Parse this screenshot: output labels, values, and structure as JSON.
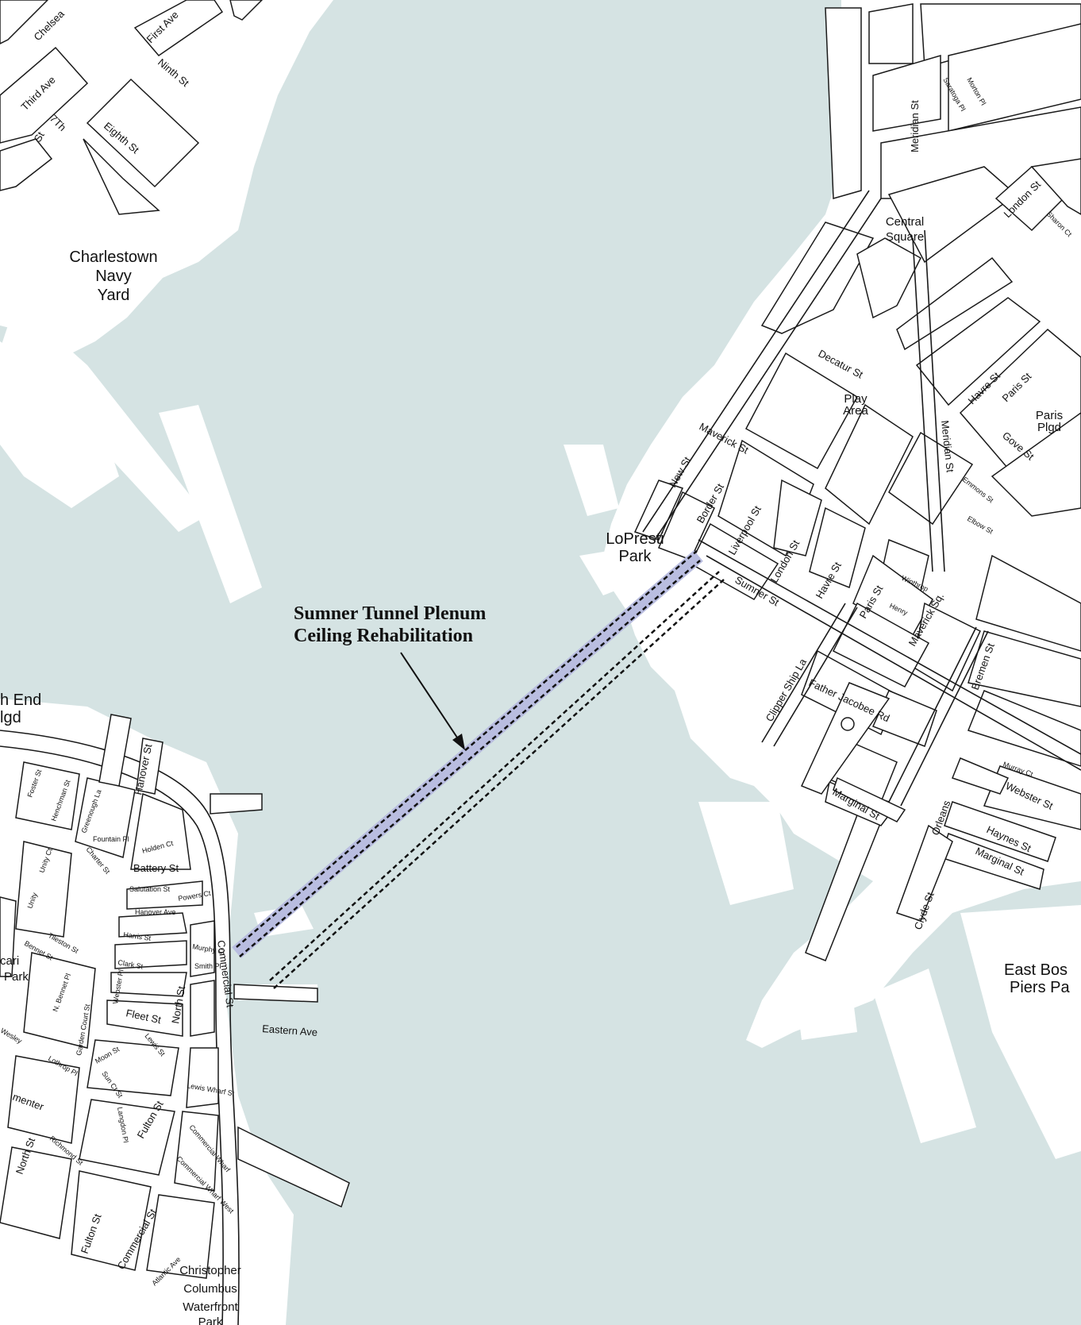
{
  "colors": {
    "water": "#d5e3e3",
    "land": "#ffffff",
    "street_outline": "#1a1a1a",
    "tunnel_highlight": "#b9bde0",
    "tunnel_dash": "#111111"
  },
  "callout": {
    "line1": "Sumner Tunnel Plenum",
    "line2": "Ceiling Rehabilitation"
  },
  "places": {
    "charlestown": [
      "Charlestown",
      "Navy",
      "Yard"
    ],
    "lopresti": [
      "LoPresti",
      "Park"
    ],
    "north_end": [
      "h End",
      "lgd"
    ],
    "central_square": [
      "Central",
      "Square"
    ],
    "play_area": [
      "Play",
      "Area"
    ],
    "paris_plgd": [
      "Paris",
      "Plgd"
    ],
    "east_boston_piers": [
      "East Bos",
      "Piers Pa"
    ],
    "columbus_park": [
      "Christopher",
      "Columbus",
      "Waterfront",
      "Park"
    ],
    "cari_park": [
      "cari",
      "Park"
    ]
  },
  "streets": {
    "chelsea": "Chelsea",
    "first_ave": "First Ave",
    "ninth_st": "Ninth St",
    "third_ave": "Third Ave",
    "seventh": "7Th",
    "st_a": "St",
    "eighth_st": "Eighth St",
    "meridian_st_top": "Meridian St",
    "saratoga_pl": "Saratoga Pl",
    "morton_pl": "Morton Pl",
    "london_st_ne": "London St",
    "sharon_ct": "Sharon Ct",
    "decatur_st": "Decatur St",
    "maverick_st": "Maverick St",
    "new_st": "New St",
    "border_st": "Border St",
    "liverpool_st": "Liverpool St",
    "london_st": "London St",
    "havre_st": "Havre St",
    "paris_st": "Paris St",
    "havre_st_ne": "Havre St",
    "paris_st_ne": "Paris St",
    "gove_st": "Gove St",
    "meridian_st": "Meridian St",
    "emmons_st": "Emmons St",
    "elbow_st": "Elbow St",
    "winthrop": "Winthrop",
    "henry": "Henry",
    "maverick_sq": "Maverick Sq.",
    "sumner_st": "Sumner St",
    "clipper_ship_la": "Clipper Ship La",
    "father_jacobee_rd": "Father Jacobee Rd",
    "marginal_st": "Marginal St",
    "bremen_st": "Bremen St",
    "murray_ct": "Murray Ct",
    "webster_st": "Webster St",
    "haynes_st": "Haynes St",
    "marginal_st_e": "Marginal St",
    "orleans": "Orleans",
    "clyde_st": "Clyde St",
    "hanover_st": "Hanover St",
    "commercial_st": "Commercial St",
    "battery_st": "Battery St",
    "salutation_st": "Salutation St",
    "hanover_ave": "Hanover Ave",
    "harris_st": "Harris St",
    "clark_st": "Clark St",
    "fleet_st": "Fleet St",
    "north_st": "North St",
    "eastern_ave": "Eastern Ave",
    "moon_st": "Moon St",
    "lewis_st": "Lewis St",
    "fulton_st": "Fulton St",
    "commercial_wharf": "Commercial Wharf",
    "commercial_wharf_west": "Commercial Wharf West",
    "atlantic_ave": "Atlantic Ave",
    "commercial_st_s": "Commercial St",
    "fulton_st_s": "Fulton St",
    "richmond_st": "Richmond St",
    "north_st_w": "North St",
    "unity_ct": "Unity Ct",
    "unity": "Unity",
    "charter_st": "Charter St",
    "holden_ct": "Holden Ct",
    "fountain_pl": "Fountain Pl",
    "greenough_la": "Greenough La",
    "henchman_st": "Henchman St",
    "foster_st": "Foster St",
    "tileston_st": "Tileston St",
    "bennet_st": "Bennet St",
    "garden_court_st": "Garden Court St",
    "webster_pl": "Webster Pl",
    "lothrop_pl": "Lothrop Pl",
    "sun_ct_st": "Sun Ct St",
    "langdon_pl": "Langdon Pl",
    "powers_ct": "Powers Ct",
    "murphy_ct": "Murphy Ct",
    "smith_pl": "Smith Pl",
    "wesley": "Wesley",
    "mentor": "menter",
    "lewis_wharf_st": "Lewis Wharf St",
    "n_bennet_pl": "N. Bennet Pl"
  }
}
